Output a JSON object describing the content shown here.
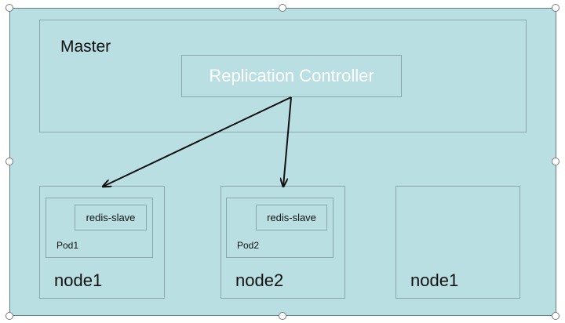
{
  "diagram": {
    "master": {
      "title": "Master",
      "controller_label": "Replication Controller"
    },
    "nodes": [
      {
        "label": "node1",
        "pod_label": "Pod1",
        "container_label": "redis-slave"
      },
      {
        "label": "node2",
        "pod_label": "Pod2",
        "container_label": "redis-slave"
      },
      {
        "label": "node1"
      }
    ]
  },
  "colors": {
    "canvas_fill": "#b9dfe3",
    "box_border": "#8aa7ab",
    "controller_text": "#ffffff",
    "arrow": "#111111"
  }
}
